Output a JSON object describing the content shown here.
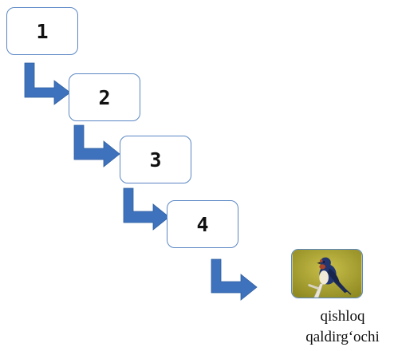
{
  "steps": [
    "1",
    "2",
    "3",
    "4"
  ],
  "result": {
    "image": "barn-swallow-photo",
    "caption_line1": "qishloq",
    "caption_line2": "qaldirg‘ochi"
  },
  "colors": {
    "arrow": "#3f72bd",
    "box_border": "#5b87c5",
    "photo_background": "#b6ad38"
  }
}
